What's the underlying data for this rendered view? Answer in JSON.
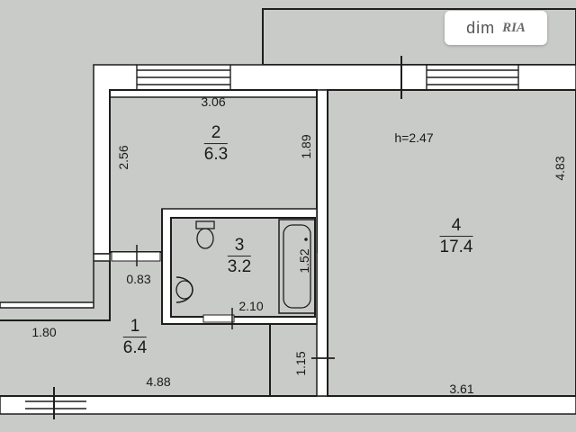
{
  "plan": {
    "height_note": "h=2.47",
    "rooms": [
      {
        "number": "1",
        "area": "6.4"
      },
      {
        "number": "2",
        "area": "6.3"
      },
      {
        "number": "3",
        "area": "3.2"
      },
      {
        "number": "4",
        "area": "17.4"
      }
    ],
    "dimensions": {
      "room2_width": "3.06",
      "room2_left": "2.56",
      "room2_right": "1.89",
      "bath_tub": "1.52",
      "bath_width": "2.10",
      "door_width": "0.83",
      "hall_left": "1.80",
      "hall_bottom": "4.88",
      "hall_side": "1.15",
      "room4_width": "3.61",
      "room4_depth": "4.83"
    }
  },
  "logo": {
    "text": "dim",
    "mark": "RIA"
  },
  "colors": {
    "paper": "#c9cbc8",
    "wall": "#ffffff",
    "line": "#1e1e1e"
  }
}
